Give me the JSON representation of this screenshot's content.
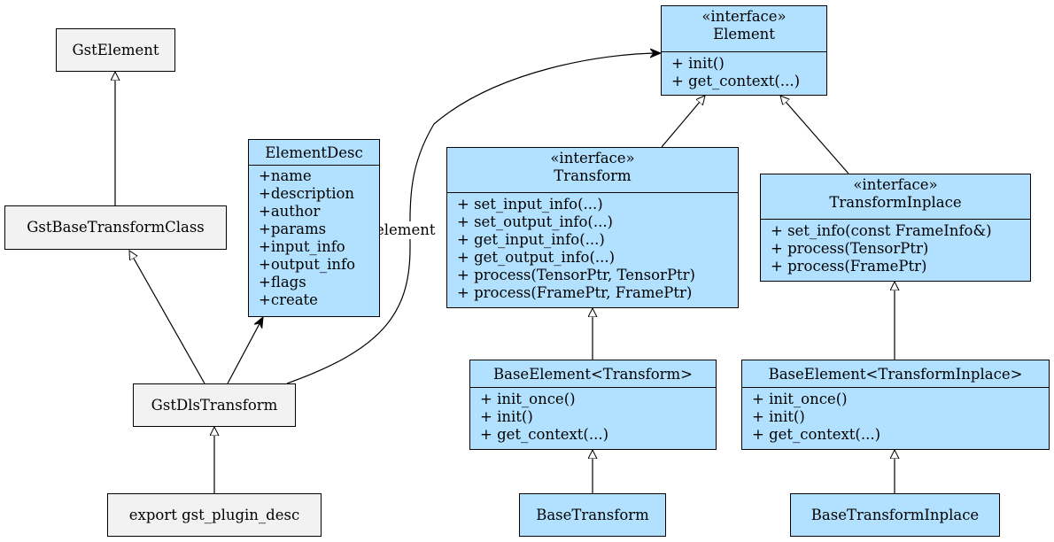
{
  "nodes": {
    "gst_element": {
      "title": "GstElement"
    },
    "gst_base_transform_class": {
      "title": "GstBaseTransformClass"
    },
    "gst_dls_transform": {
      "title": "GstDlsTransform"
    },
    "export_gst_plugin_desc": {
      "title": "export gst_plugin_desc"
    },
    "element_desc": {
      "title": "ElementDesc",
      "members": [
        "+name",
        "+description",
        "+author",
        "+params",
        "+input_info",
        "+output_info",
        "+flags",
        "+create"
      ]
    },
    "element": {
      "stereotype": "«interface»",
      "title": "Element",
      "members": [
        "+ init()",
        "+ get_context(...)"
      ]
    },
    "transform": {
      "stereotype": "«interface»",
      "title": "Transform",
      "members": [
        "+ set_input_info(...)",
        "+ set_output_info(...)",
        "+ get_input_info(...)",
        "+ get_output_info(...)",
        "+ process(TensorPtr, TensorPtr)",
        "+ process(FramePtr, FramePtr)"
      ]
    },
    "transform_inplace": {
      "stereotype": "«interface»",
      "title": "TransformInplace",
      "members": [
        "+ set_info(const FrameInfo&)",
        "+ process(TensorPtr)",
        "+ process(FramePtr)"
      ]
    },
    "base_element_transform": {
      "title": "BaseElement<Transform>",
      "members": [
        "+ init_once()",
        "+ init()",
        "+ get_context(...)"
      ]
    },
    "base_element_transform_inplace": {
      "title": "BaseElement<TransformInplace>",
      "members": [
        "+ init_once()",
        "+ init()",
        "+ get_context(...)"
      ]
    },
    "base_transform": {
      "title": "BaseTransform"
    },
    "base_transform_inplace": {
      "title": "BaseTransformInplace"
    }
  },
  "edges": {
    "element_label": "element"
  },
  "colors": {
    "class_fill": "#f2f2f2",
    "interface_fill": "#b2e1ff",
    "stroke": "#000000"
  }
}
